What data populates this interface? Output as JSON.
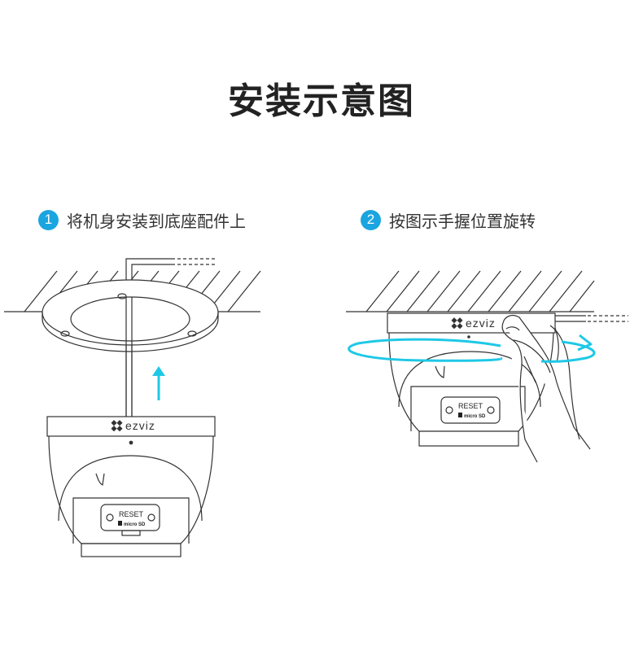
{
  "title": "安装示意图",
  "steps": [
    {
      "number": "1",
      "text": "将机身安装到底座配件上"
    },
    {
      "number": "2",
      "text": "按图示手握位置旋转"
    }
  ],
  "camera": {
    "brand": "ezviz",
    "reset_label": "RESET",
    "sd_label": "micro SD"
  },
  "colors": {
    "accent": "#1aa5e0",
    "line": "#333333"
  }
}
